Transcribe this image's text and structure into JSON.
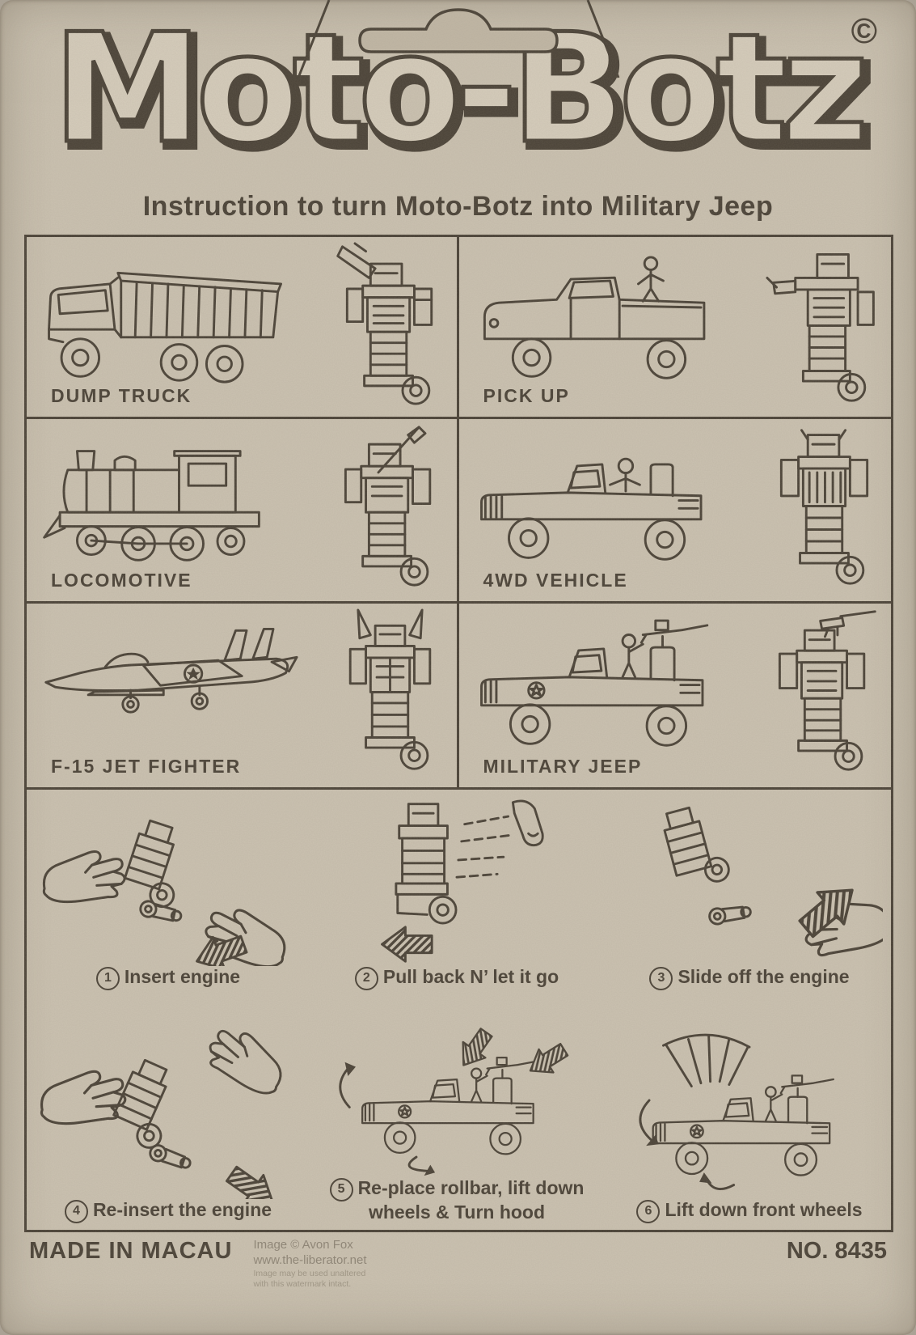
{
  "page": {
    "logo": "Moto-Botz",
    "copyright": "©",
    "subtitle": "Instruction to turn Moto-Botz into Military Jeep"
  },
  "panels": [
    {
      "label": "DUMP TRUCK"
    },
    {
      "label": "PICK UP"
    },
    {
      "label": "LOCOMOTIVE"
    },
    {
      "label": "4WD VEHICLE"
    },
    {
      "label": "F-15 JET FIGHTER"
    },
    {
      "label": "MILITARY JEEP"
    }
  ],
  "steps": [
    {
      "num": "1",
      "label": "Insert engine"
    },
    {
      "num": "2",
      "label": "Pull back N’ let it go"
    },
    {
      "num": "3",
      "label": "Slide off the engine"
    },
    {
      "num": "4",
      "label": "Re-insert the engine"
    },
    {
      "num": "5",
      "label": "Re-place rollbar, lift down wheels & Turn hood"
    },
    {
      "num": "6",
      "label": "Lift down front wheels"
    }
  ],
  "footer": {
    "made_in": "MADE IN MACAU",
    "model_no": "NO. 8435"
  },
  "watermark": {
    "line1": "Image © Avon Fox",
    "line2": "www.the-liberator.net",
    "line3": "Image may be used unaltered",
    "line4": "with this watermark intact."
  }
}
